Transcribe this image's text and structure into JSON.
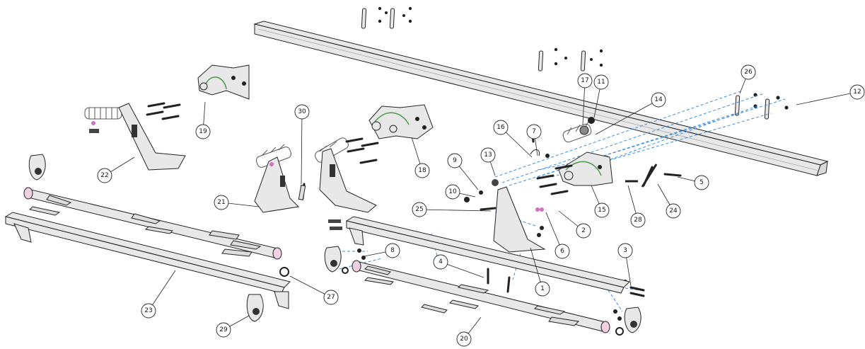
{
  "diagram": {
    "callouts": [
      "1",
      "2",
      "3",
      "4",
      "5",
      "6",
      "7",
      "8",
      "9",
      "10",
      "11",
      "12",
      "13",
      "14",
      "15",
      "16",
      "17",
      "18",
      "19",
      "20",
      "21",
      "22",
      "23",
      "24",
      "25",
      "26",
      "27",
      "28",
      "29",
      "30"
    ]
  },
  "colors": {
    "line": "#222222",
    "hidden_line": "#3a8de0",
    "spring": "#555555",
    "highlight_pink": "#d070c0",
    "highlight_green": "#4a9a4a"
  }
}
